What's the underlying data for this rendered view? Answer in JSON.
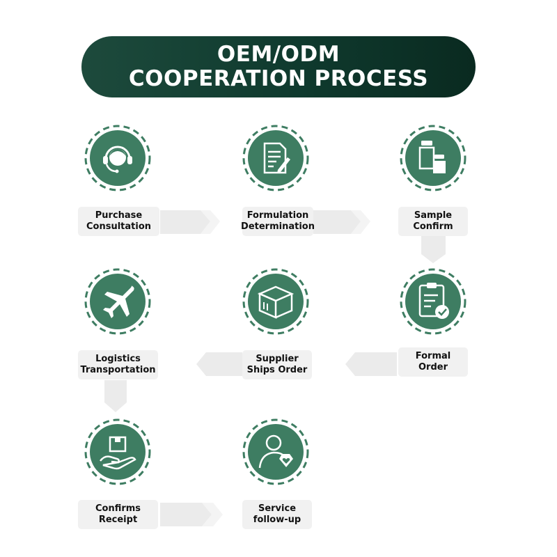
{
  "title": {
    "line1": "OEM/ODM",
    "line2": "COOPERATION PROCESS"
  },
  "colors": {
    "primary": "#3e7d62",
    "dark": "#0f3a2e",
    "label_bg": "#f1f1f1",
    "arrow": "#ebebeb"
  },
  "steps": [
    {
      "line1": "Purchase",
      "line2": "Consultation",
      "icon": "headset-person-icon"
    },
    {
      "line1": "Formulation",
      "line2": "Determination",
      "icon": "document-pen-icon"
    },
    {
      "line1": "Sample",
      "line2": "Confirm",
      "icon": "bottles-icon"
    },
    {
      "line1": "Formal",
      "line2": "Order",
      "icon": "clipboard-check-icon"
    },
    {
      "line1": "Supplier",
      "line2": "Ships Order",
      "icon": "box-icon"
    },
    {
      "line1": "Logistics",
      "line2": "Transportation",
      "icon": "airplane-icon"
    },
    {
      "line1": "Confirms",
      "line2": "Receipt",
      "icon": "hand-box-icon"
    },
    {
      "line1": "Service",
      "line2": "follow-up",
      "icon": "person-heart-icon"
    }
  ]
}
